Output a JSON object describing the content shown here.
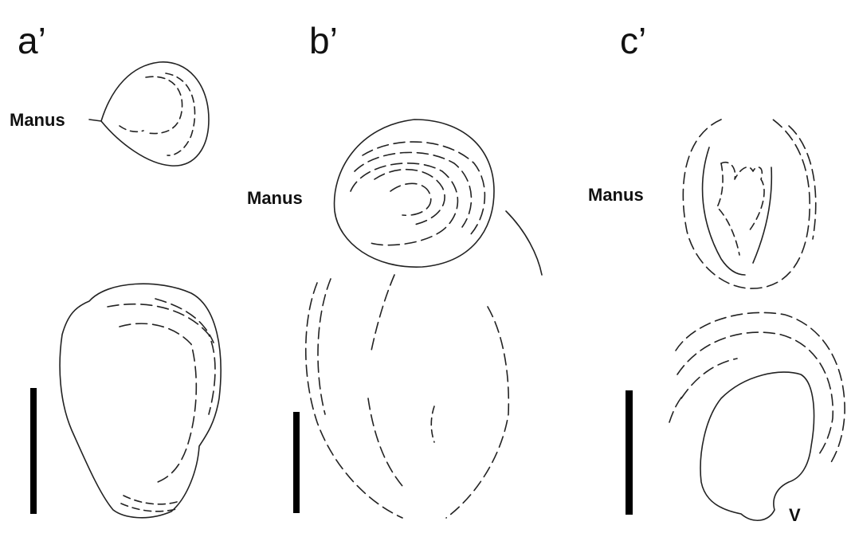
{
  "panels": [
    {
      "label": "a’",
      "part_label": "Manus"
    },
    {
      "label": "b’",
      "part_label": "Manus"
    },
    {
      "label": "c’",
      "part_label": "Manus",
      "extra_label": "V"
    }
  ]
}
